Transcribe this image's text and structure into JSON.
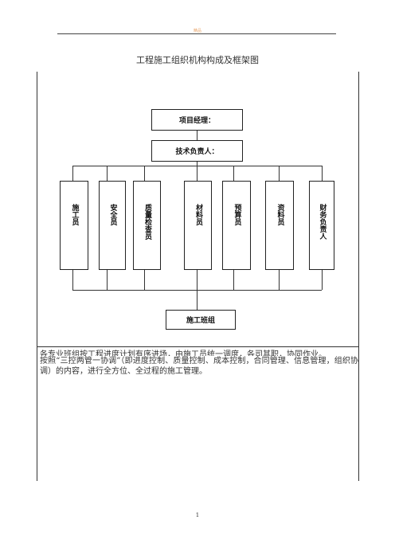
{
  "header": {
    "mark": "精品"
  },
  "document": {
    "title": "工程施工组织机构构成及框架图"
  },
  "org_chart": {
    "top": {
      "label": "项目经理："
    },
    "second": {
      "label": "技术负责人："
    },
    "roles": [
      {
        "label": "施工员"
      },
      {
        "label": "安全员"
      },
      {
        "label": "质量检查员"
      },
      {
        "label": "材料员"
      },
      {
        "label": "预算员"
      },
      {
        "label": "资料员"
      },
      {
        "label": "财务负责人"
      }
    ],
    "bottom": {
      "label": "施工班组"
    }
  },
  "paragraph": {
    "overlapped_line": "各专业班组按工程进度计划有序进场，由施工员统一调度，各司其职，协同作业。",
    "text": "按照“三控两管一协调”（即进度控制、质量控制、成本控制，合同管理、信息管理，组织协调）的内容，进行全方位、全过程的施工管理。"
  },
  "footer": {
    "page_number": "1"
  }
}
